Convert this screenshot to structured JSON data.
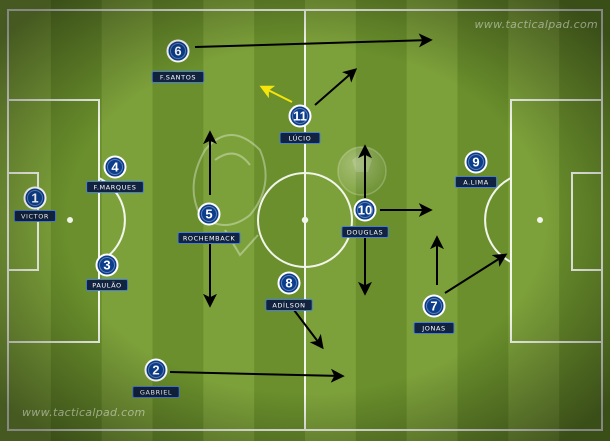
{
  "watermark_top": "www.tacticalpad.com",
  "watermark_bottom": "www.tacticalpad.com",
  "colors": {
    "pitch_light": "#7da13a",
    "pitch_dark": "#6a8f2c",
    "line": "#ffffff",
    "player_ring": "#0b3d8c",
    "label_bg": "#12233f",
    "arrow": "#000000",
    "highlight_arrow": "#f5e50a"
  },
  "players": [
    {
      "id": "victor",
      "number": "1",
      "name": "VICTOR"
    },
    {
      "id": "fmarques",
      "number": "4",
      "name": "F.MARQUES"
    },
    {
      "id": "paulao",
      "number": "3",
      "name": "PAULÃO"
    },
    {
      "id": "fsantos",
      "number": "6",
      "name": "F.SANTOS"
    },
    {
      "id": "rochemback",
      "number": "5",
      "name": "ROCHEMBACK"
    },
    {
      "id": "adilson",
      "number": "8",
      "name": "ADÍLSON"
    },
    {
      "id": "gabriel",
      "number": "2",
      "name": "GABRIEL"
    },
    {
      "id": "lucio",
      "number": "11",
      "name": "LÚCIO"
    },
    {
      "id": "douglas",
      "number": "10",
      "name": "DOUGLAS"
    },
    {
      "id": "jonas",
      "number": "7",
      "name": "JONAS"
    },
    {
      "id": "alima",
      "number": "9",
      "name": "A.LIMA"
    }
  ]
}
